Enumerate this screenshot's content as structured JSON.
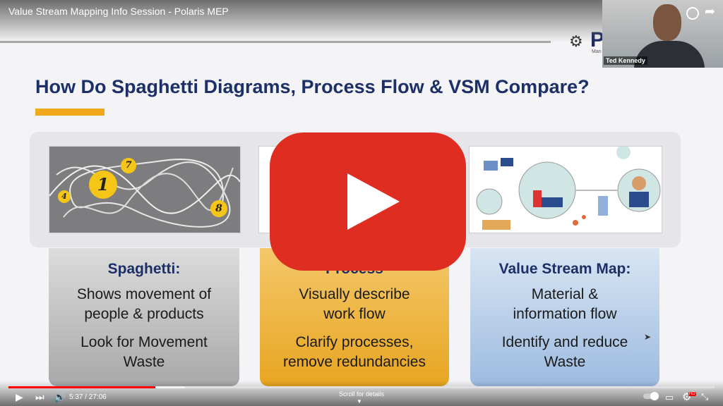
{
  "video": {
    "title": "Value Stream Mapping Info Session - Polaris MEP",
    "presenter": "Ted Kennedy",
    "logo_letter": "P",
    "logo_sub": "Man"
  },
  "slide": {
    "heading": "How Do Spaghetti Diagrams, Process Flow & VSM Compare?",
    "columns": [
      {
        "title": "Spaghetti:",
        "lines": [
          "Shows movement of",
          "people & products",
          "Look for Movement",
          "Waste"
        ],
        "balls": [
          "1",
          "7",
          "4",
          "8"
        ]
      },
      {
        "title": "Process",
        "lines": [
          "Visually describe",
          "work flow",
          "Clarify processes,",
          "remove redundancies"
        ]
      },
      {
        "title": "Value Stream Map:",
        "lines": [
          "Material &",
          "information flow",
          "Identify and reduce",
          "Waste"
        ]
      }
    ]
  },
  "player": {
    "time": "5:37 / 27:06",
    "progress_fraction": 0.2075,
    "buffered_fraction": 0.25,
    "scroll_hint": "Scroll for details",
    "hd_badge": "HD"
  },
  "icons": {
    "play": "play-icon",
    "next": "skip-next-icon",
    "volume": "volume-icon",
    "autoplay": "autoplay-toggle",
    "captions": "captions-icon",
    "settings": "settings-icon",
    "fullscreen": "fullscreen-exit-icon",
    "watch_later": "clock-icon",
    "share": "share-icon"
  },
  "colors": {
    "youtube_red": "#e02d22",
    "heading_blue": "#1c2f66",
    "accent_orange": "#f0a81c"
  }
}
